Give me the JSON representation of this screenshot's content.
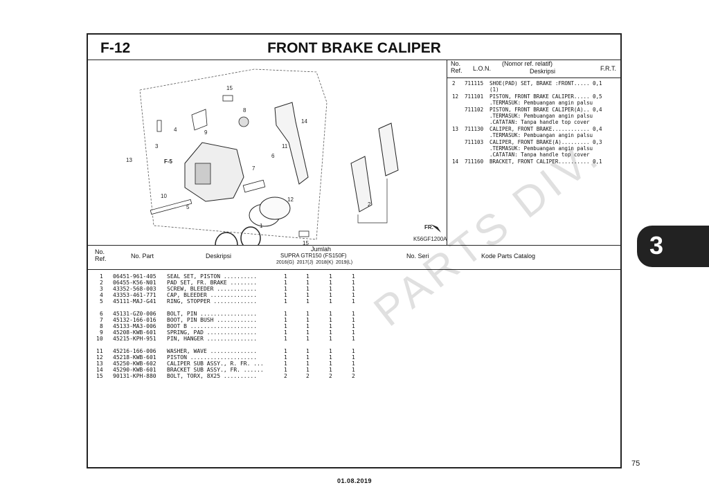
{
  "header": {
    "code": "F-12",
    "title": "FRONT BRAKE CALIPER"
  },
  "diagram": {
    "callouts": [
      "15",
      "14",
      "8",
      "4",
      "9",
      "3",
      "11",
      "6",
      "7",
      "13",
      "F-5",
      "10",
      "5",
      "12",
      "2",
      "1",
      "15"
    ],
    "fr_label": "FR.",
    "ref_code": "K56GF1200A"
  },
  "lon_table": {
    "headers": {
      "no_ref": "No.\nRef.",
      "lon": "L.O.N.",
      "desc_top": "(Nomor ref. relatif)",
      "desc": "Deskripsi",
      "frt": "F.R.T."
    },
    "rows": [
      {
        "ref": "2",
        "lon": "711115",
        "text": "SHOE(PAD) SET, BRAKE :FRONT..... 0,1"
      },
      {
        "ref": "",
        "lon": "",
        "text": "(1)"
      },
      {
        "ref": "12",
        "lon": "711101",
        "text": "PISTON, FRONT BRAKE CALIPER..... 0,5"
      },
      {
        "ref": "",
        "lon": "",
        "text": ".TERMASUK: Pembuangan angin palsu"
      },
      {
        "ref": "",
        "lon": "711102",
        "text": "PISTON, FRONT BRAKE CALIPER(A).. 0,4"
      },
      {
        "ref": "",
        "lon": "",
        "text": ".TERMASUK: Pembuangan angin palsu"
      },
      {
        "ref": "",
        "lon": "",
        "text": ".CATATAN: Tanpa handle top cover"
      },
      {
        "ref": "13",
        "lon": "711130",
        "text": "CALIPER, FRONT BRAKE............ 0,4"
      },
      {
        "ref": "",
        "lon": "",
        "text": ".TERMASUK: Pembuangan angin palsu"
      },
      {
        "ref": "",
        "lon": "711103",
        "text": "CALIPER, FRONT BRAKE(A)......... 0,3"
      },
      {
        "ref": "",
        "lon": "",
        "text": ".TERMASUK: Pembuangan angin palsu"
      },
      {
        "ref": "",
        "lon": "",
        "text": ".CATATAN: Tanpa handle top cover"
      },
      {
        "ref": "14",
        "lon": "711160",
        "text": "BRACKET, FRONT CALIPER.......... 0,1"
      }
    ]
  },
  "parts_table": {
    "headers": {
      "no_ref": "No.\nRef.",
      "no_part": "No. Part",
      "desc": "Deskripsi",
      "jumlah": "Jumlah",
      "model": "SUPRA GTR150 (FS150F)",
      "years": "2016(G)  2017(J)  2018(K)  2019(L)",
      "no_seri": "No. Seri",
      "kode": "Kode Parts Catalog"
    },
    "rows": [
      {
        "ref": "1",
        "part": "06451-961-405",
        "desc": "SEAL SET, PISTON ..........",
        "q": [
          "1",
          "1",
          "1",
          "1"
        ]
      },
      {
        "ref": "2",
        "part": "06455-K56-N01",
        "desc": "PAD SET, FR. BRAKE ........",
        "q": [
          "1",
          "1",
          "1",
          "1"
        ]
      },
      {
        "ref": "3",
        "part": "43352-568-003",
        "desc": "SCREW, BLEEDER ............",
        "q": [
          "1",
          "1",
          "1",
          "1"
        ]
      },
      {
        "ref": "4",
        "part": "43353-461-771",
        "desc": "CAP, BLEEDER ..............",
        "q": [
          "1",
          "1",
          "1",
          "1"
        ]
      },
      {
        "ref": "5",
        "part": "45111-MAJ-G41",
        "desc": "RING, STOPPER .............",
        "q": [
          "1",
          "1",
          "1",
          "1"
        ]
      },
      {
        "ref": "6",
        "part": "45131-GZ0-006",
        "desc": "BOLT, PIN .................",
        "q": [
          "1",
          "1",
          "1",
          "1"
        ]
      },
      {
        "ref": "7",
        "part": "45132-166-016",
        "desc": "BOOT, PIN BUSH ............",
        "q": [
          "1",
          "1",
          "1",
          "1"
        ]
      },
      {
        "ref": "8",
        "part": "45133-MA3-006",
        "desc": "BOOT B ....................",
        "q": [
          "1",
          "1",
          "1",
          "1"
        ]
      },
      {
        "ref": "9",
        "part": "45208-KWB-601",
        "desc": "SPRING, PAD ...............",
        "q": [
          "1",
          "1",
          "1",
          "1"
        ]
      },
      {
        "ref": "10",
        "part": "45215-KPH-951",
        "desc": "PIN, HANGER ...............",
        "q": [
          "1",
          "1",
          "1",
          "1"
        ]
      },
      {
        "ref": "11",
        "part": "45216-166-006",
        "desc": "WASHER, WAVE ..............",
        "q": [
          "1",
          "1",
          "1",
          "1"
        ]
      },
      {
        "ref": "12",
        "part": "45218-KWB-601",
        "desc": "PISTON ....................",
        "q": [
          "1",
          "1",
          "1",
          "1"
        ]
      },
      {
        "ref": "13",
        "part": "45250-KWB-602",
        "desc": "CALIPER SUB ASSY., R. FR. ...",
        "q": [
          "1",
          "1",
          "1",
          "1"
        ]
      },
      {
        "ref": "14",
        "part": "45290-KWB-601",
        "desc": "BRACKET SUB ASSY., FR. ......",
        "q": [
          "1",
          "1",
          "1",
          "1"
        ]
      },
      {
        "ref": "15",
        "part": "90131-KPH-880",
        "desc": "BOLT, TORX, 8X25 ..........",
        "q": [
          "2",
          "2",
          "2",
          "2"
        ]
      }
    ]
  },
  "section_tab": "3",
  "page_number": "75",
  "footer_date": "01.08.2019",
  "watermark": "PARTS DIV."
}
